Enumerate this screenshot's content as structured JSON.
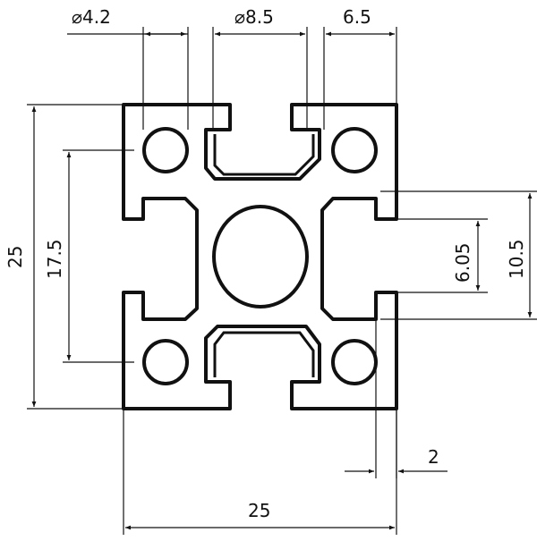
{
  "colors": {
    "ink": "#111111",
    "background": "#ffffff"
  },
  "dimensions": {
    "hole_diameter": "⌀4.2",
    "center_bore": "⌀8.5",
    "slot_width": "6.5",
    "overall_height": "25",
    "hole_spacing": "17.5",
    "slot_depth_inner": "6.05",
    "slot_opening": "10.5",
    "wall_thickness": "2",
    "overall_width": "25"
  }
}
